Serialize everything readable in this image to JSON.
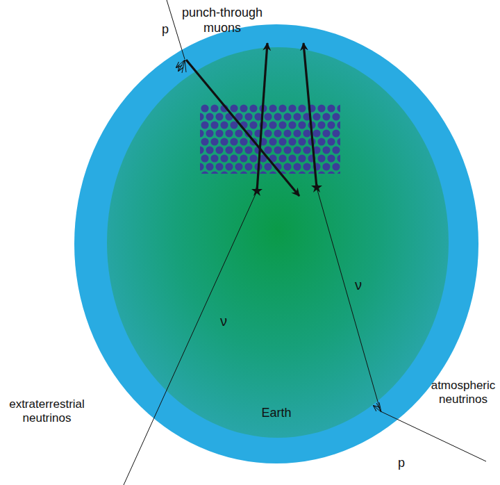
{
  "diagram": {
    "nodes": [
      {
        "text": [
          "Earth"
        ]
      }
    ],
    "labels": [
      "p",
      "punch-through muons",
      "ν",
      "ν",
      "atmospheric neutrinos",
      "extraterrestrial neutrinos",
      "p"
    ]
  }
}
